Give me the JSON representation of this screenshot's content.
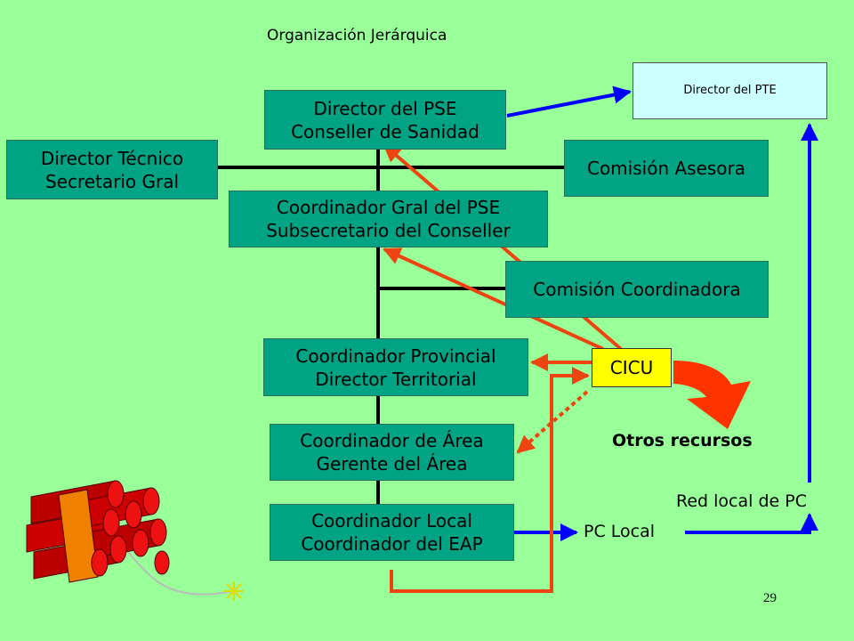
{
  "title": "Organización Jerárquica",
  "boxes": {
    "director_pse": [
      "Director del PSE",
      "Conseller de Sanidad"
    ],
    "director_tecnico": [
      "Director Técnico",
      "Secretario Gral"
    ],
    "comision_asesora": [
      "Comisión Asesora"
    ],
    "coordinador_gral": [
      "Coordinador Gral del PSE",
      "Subsecretario del Conseller"
    ],
    "comision_coordinadora": [
      "Comisión Coordinadora"
    ],
    "coordinador_provincial": [
      "Coordinador Provincial",
      "Director Territorial"
    ],
    "coordinador_area": [
      "Coordinador de Área",
      "Gerente del Área"
    ],
    "coordinador_local": [
      "Coordinador Local",
      "Coordinador del EAP"
    ],
    "director_pte": "Director del PTE",
    "cicu": "CICU"
  },
  "labels": {
    "otros_recursos": "Otros recursos",
    "red_local": "Red local de PC",
    "pc_local": "PC Local",
    "page_number": "29"
  },
  "colors": {
    "background": "#99FF99",
    "box_fill": "#00A383",
    "pte_fill": "#CCFFFF",
    "cicu_fill": "#FFFF00",
    "red_arrow": "#EE4411",
    "blue_arrow": "#0000FF",
    "curved_arrow": "#FF3300",
    "dynamite": "#DD0000"
  },
  "icons": [
    "dynamite-icon",
    "curved-arrow-icon"
  ]
}
